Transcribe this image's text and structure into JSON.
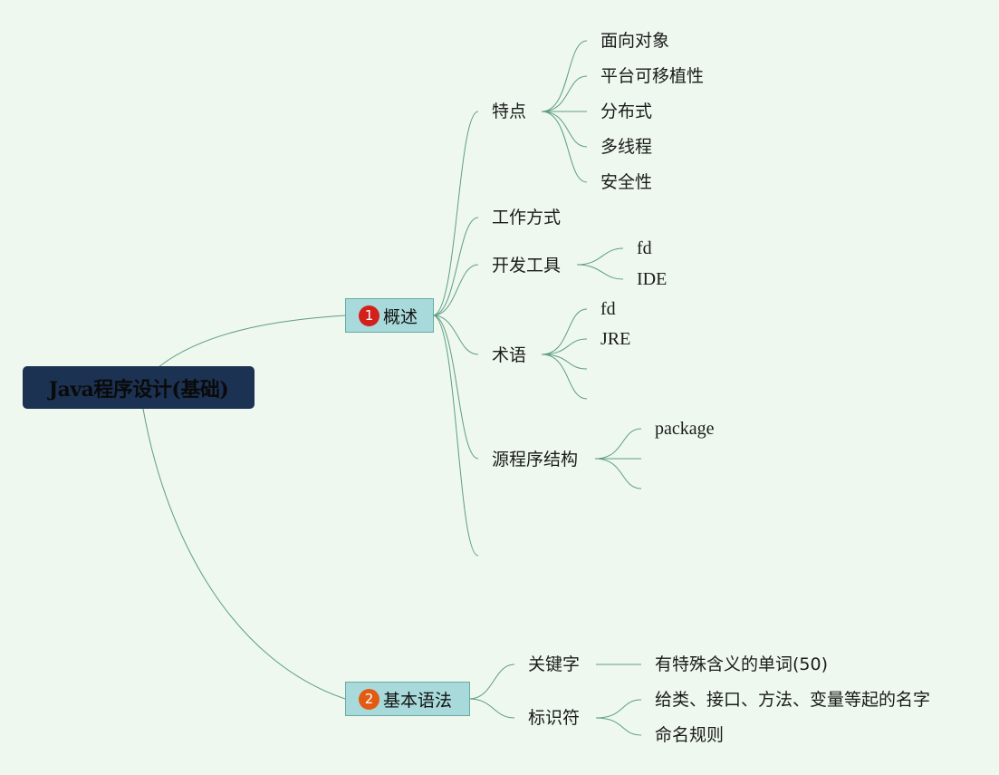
{
  "root": {
    "label": "Java程序设计(基础)"
  },
  "branches": [
    {
      "number": "1",
      "label": "概述",
      "badge_color": "#d3201b",
      "children": [
        {
          "label": "特点",
          "children": [
            "面向对象",
            "平台可移植性",
            "分布式",
            "多线程",
            "安全性"
          ]
        },
        {
          "label": "工作方式",
          "children": []
        },
        {
          "label": "开发工具",
          "children": [
            "fd",
            "IDE"
          ]
        },
        {
          "label": "术语",
          "children": [
            "fd",
            "JRE",
            "",
            ""
          ]
        },
        {
          "label": "源程序结构",
          "children": [
            "package",
            "",
            ""
          ]
        },
        {
          "label": "",
          "children": []
        }
      ]
    },
    {
      "number": "2",
      "label": "基本语法",
      "badge_color": "#e35b12",
      "children": [
        {
          "label": "关键字",
          "children": [
            "有特殊含义的单词(50)"
          ]
        },
        {
          "label": "标识符",
          "children": [
            "给类、接口、方法、变量等起的名字",
            "命名规则"
          ]
        }
      ]
    }
  ],
  "colors": {
    "background": "#eef8ee",
    "line": "#5e9e82",
    "root_fill": "#1c3253",
    "branch_fill": "#a9dadb"
  }
}
